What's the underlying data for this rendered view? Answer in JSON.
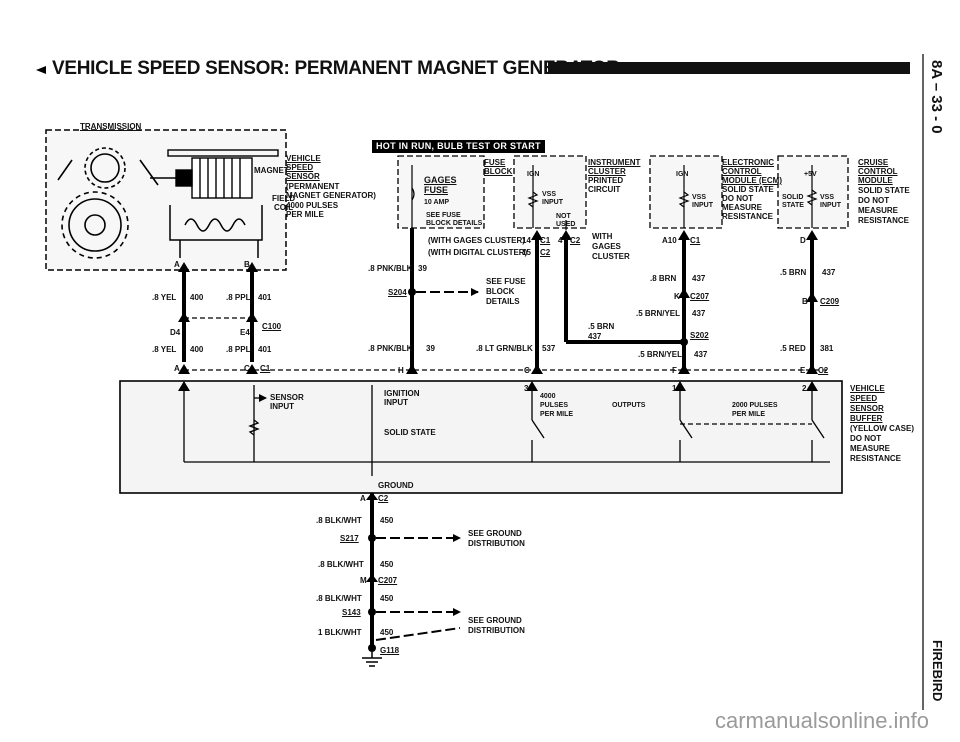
{
  "page": {
    "title": "VEHICLE SPEED SENSOR: PERMANENT MAGNET GENERATOR",
    "page_number": "8A – 33 - 0",
    "model": "FIREBIRD",
    "watermark": "carmanualsonline.info"
  },
  "banner": "HOT IN RUN, BULB TEST OR START",
  "transmission": {
    "label": "TRANSMISSION",
    "magnet": "MAGNET",
    "field_coil": [
      "FIELD",
      "COIL"
    ],
    "sensor_desc": [
      "VEHICLE",
      "SPEED",
      "SENSOR",
      "(PERMANENT",
      "MAGNET GENERATOR)",
      "4000 PULSES",
      "PER MILE"
    ]
  },
  "fuse_block": {
    "title": [
      "FUSE",
      "BLOCK"
    ],
    "gages": "GAGES",
    "fuse": "FUSE",
    "amp": "10 AMP",
    "see_fuse": [
      "SEE FUSE",
      "BLOCK DETAILS"
    ]
  },
  "cluster": {
    "title": [
      "INSTRUMENT",
      "CLUSTER",
      "PRINTED",
      "CIRCUIT"
    ],
    "ign": "IGN",
    "vss_input": [
      "VSS",
      "INPUT"
    ],
    "not_used": [
      "NOT",
      "USED"
    ],
    "with_gages": [
      "WITH",
      "GAGES",
      "CLUSTER"
    ],
    "with_gages_cluster": "(WITH GAGES CLUSTER)",
    "with_digital_cluster": "(WITH DIGITAL CLUSTER)",
    "pin14": "14",
    "pin15": "15",
    "pin4": "4",
    "c1": "C1",
    "c2": "C2"
  },
  "ecm": {
    "title": [
      "ELECTRONIC",
      "CONTROL",
      "MODULE (ECM)"
    ],
    "ign": "IGN",
    "vss_input": [
      "VSS",
      "INPUT"
    ],
    "desc": [
      "SOLID STATE",
      "DO NOT",
      "MEASURE",
      "RESISTANCE"
    ],
    "pin": "A10",
    "conn": "C1"
  },
  "ccm": {
    "title": [
      "CRUISE",
      "CONTROL",
      "MODULE"
    ],
    "v5": "+5V",
    "solid_state": [
      "SOLID",
      "STATE"
    ],
    "vss_input": [
      "VSS",
      "INPUT"
    ],
    "desc": [
      "SOLID STATE",
      "DO NOT",
      "MEASURE",
      "RESISTANCE"
    ],
    "pin": "D"
  },
  "wires": {
    "yel_wire": ".8 YEL",
    "ppl_wire": ".8 PPL",
    "c400": "400",
    "c401": "401",
    "pnk_blk": ".8 PNK/BLK",
    "c39": "39",
    "lt_grn_blk": ".8 LT GRN/BLK",
    "c537": "537",
    "brn8": ".8 BRN",
    "c437": "437",
    "brn5": ".5 BRN",
    "brn_yel": ".5 BRN/YEL",
    "red5": ".5 RED",
    "c381": "381",
    "blk_wht": ".8 BLK/WHT",
    "blk_wht1": "1 BLK/WHT",
    "c450": "450"
  },
  "connectors": {
    "a": "A",
    "b": "B",
    "d4": "D4",
    "e4": "E4",
    "c100": "C100",
    "c_pin": "C",
    "c1": "C1",
    "s204": "S204",
    "see_fuse": [
      "SEE FUSE",
      "BLOCK",
      "DETAILS"
    ],
    "k": "K",
    "c207": "C207",
    "b_pin": "B",
    "c209": "C209",
    "s202": "S202",
    "h": "H",
    "c": "C",
    "f": "F",
    "e": "E",
    "c2": "C2"
  },
  "buffer": {
    "sensor_input": [
      "SENSOR",
      "INPUT"
    ],
    "ignition_input": [
      "IGNITION",
      "INPUT"
    ],
    "solid_state": "SOLID STATE",
    "p3": "3",
    "pulses4000": [
      "4000",
      "PULSES",
      "PER MILE"
    ],
    "outputs": "OUTPUTS",
    "p1": "1",
    "pulses2000": [
      "2000 PULSES",
      "PER MILE"
    ],
    "p2": "2",
    "desc": [
      "VEHICLE",
      "SPEED",
      "SENSOR",
      "BUFFER",
      "(YELLOW CASE)",
      "DO NOT",
      "MEASURE",
      "RESISTANCE"
    ],
    "ground": "GROUND"
  },
  "ground": {
    "a": "A",
    "c2": "C2",
    "s217": "S217",
    "see_ground": [
      "SEE GROUND",
      "DISTRIBUTION"
    ],
    "m": "M",
    "c207": "C207",
    "s143": "S143",
    "g118": "G118"
  },
  "colors": {
    "ink": "#111111",
    "wire": "#000000",
    "box_fill": "#f6f6f6",
    "banner": "#000000",
    "watermark": "#9a9a9a"
  },
  "icons": [
    "transmission-gears-icon",
    "magnet-rotor-icon",
    "field-coil-icon",
    "ground-symbol-icon",
    "splice-dot-icon",
    "connector-arrow-icon",
    "left-arrow-icon"
  ]
}
